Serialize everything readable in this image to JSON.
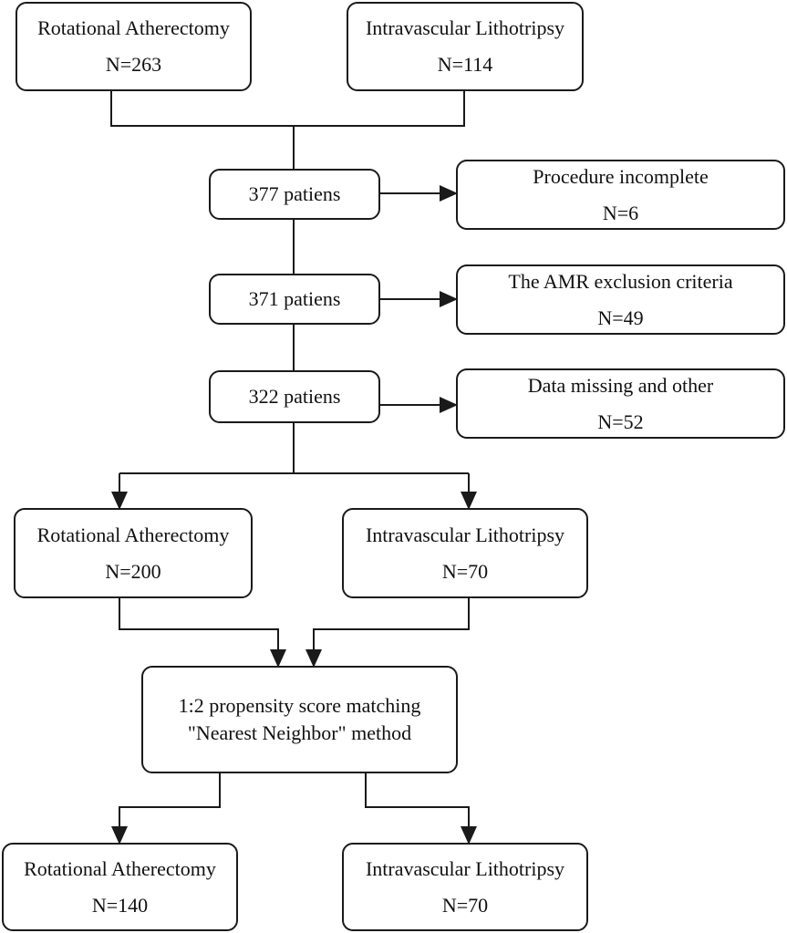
{
  "nodes": {
    "ra_initial": {
      "label": "Rotational Atherectomy",
      "count": "N=263"
    },
    "ivl_initial": {
      "label": "Intravascular Lithotripsy",
      "count": "N=114"
    },
    "pool_377": {
      "label": "377 patiens"
    },
    "excl_incomplete": {
      "label": "Procedure incomplete",
      "count": "N=6"
    },
    "pool_371": {
      "label": "371 patiens"
    },
    "excl_amr": {
      "label": "The AMR exclusion criteria",
      "count": "N=49"
    },
    "pool_322": {
      "label": "322 patiens"
    },
    "excl_missing": {
      "label": "Data missing and other",
      "count": "N=52"
    },
    "ra_eligible": {
      "label": "Rotational Atherectomy",
      "count": "N=200"
    },
    "ivl_eligible": {
      "label": "Intravascular Lithotripsy",
      "count": "N=70"
    },
    "psm": {
      "line1": "1:2 propensity score matching",
      "line2": "\"Nearest Neighbor\" method"
    },
    "ra_matched": {
      "label": "Rotational Atherectomy",
      "count": "N=140"
    },
    "ivl_matched": {
      "label": "Intravascular Lithotripsy",
      "count": "N=70"
    }
  },
  "colors": {
    "stroke": "#1a1a1a",
    "background": "#ffffff"
  }
}
